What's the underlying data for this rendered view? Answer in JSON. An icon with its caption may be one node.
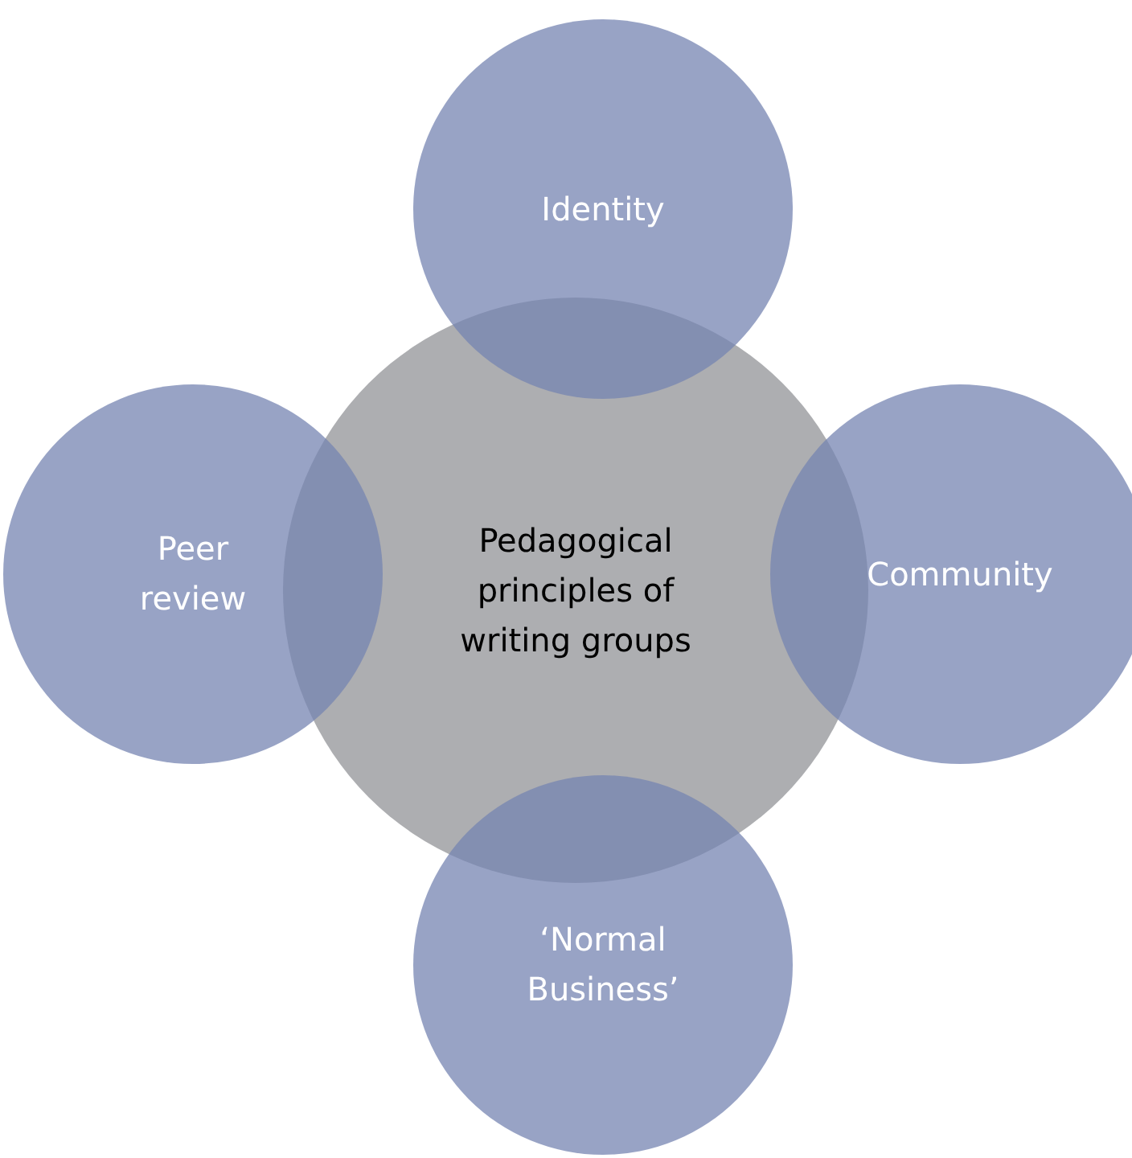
{
  "diagram": {
    "nodes": [
      {
        "text": [
          "Identity"
        ]
      },
      {
        "text": [
          "Pedagogical principles of writing groups"
        ]
      },
      {
        "text": [
          "Peer review"
        ]
      },
      {
        "text": [
          "Community"
        ]
      },
      {
        "text": [
          "‘Normal Business’"
        ]
      }
    ]
  }
}
